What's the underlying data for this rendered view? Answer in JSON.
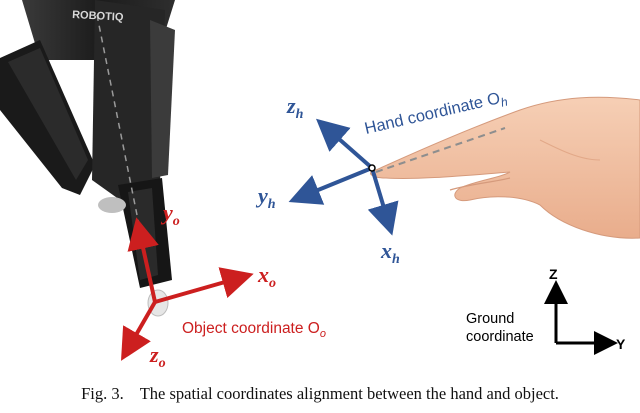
{
  "gripper": {
    "brand": "ROBOTIQ"
  },
  "object_frame": {
    "label": "Object coordinate O",
    "label_sub": "o",
    "axes": {
      "x": {
        "name": "x",
        "sub": "o"
      },
      "y": {
        "name": "y",
        "sub": "o"
      },
      "z": {
        "name": "z",
        "sub": "o"
      }
    },
    "color": "#cc1f1f"
  },
  "hand_frame": {
    "label": "Hand coordinate O",
    "label_sub": "h",
    "axes": {
      "x": {
        "name": "x",
        "sub": "h"
      },
      "y": {
        "name": "y",
        "sub": "h"
      },
      "z": {
        "name": "z",
        "sub": "h"
      }
    },
    "color": "#2f5597"
  },
  "ground_frame": {
    "label_line1": "Ground",
    "label_line2": "coordinate",
    "axis_y": "Y",
    "axis_z": "Z",
    "color": "#000000"
  },
  "caption": {
    "label": "Fig. 3.",
    "text": "The spatial coordinates alignment between the hand and object."
  }
}
